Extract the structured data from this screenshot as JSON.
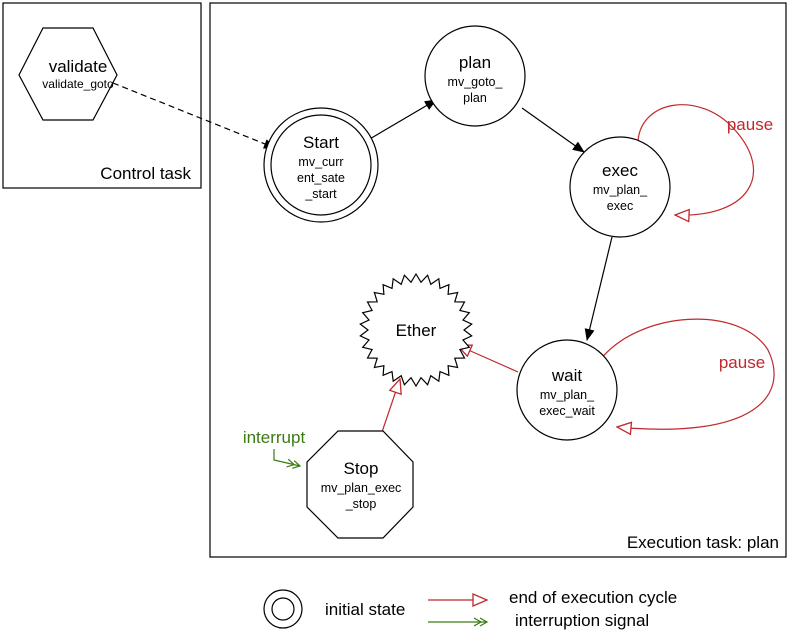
{
  "clusters": {
    "control": {
      "label": "Control task"
    },
    "execution": {
      "label": "Execution task: plan"
    }
  },
  "nodes": {
    "validate": {
      "name": "validate",
      "fn": [
        "validate_goto"
      ]
    },
    "start": {
      "name": "Start",
      "fn": [
        "mv_curr",
        "ent_sate",
        "_start"
      ]
    },
    "plan": {
      "name": "plan",
      "fn": [
        "mv_goto_",
        "plan"
      ]
    },
    "exec": {
      "name": "exec",
      "fn": [
        "mv_plan_",
        "exec"
      ]
    },
    "ether": {
      "name": "Ether"
    },
    "wait": {
      "name": "wait",
      "fn": [
        "mv_plan_",
        "exec_wait"
      ]
    },
    "stop": {
      "name": "Stop",
      "fn": [
        "mv_plan_exec",
        "_stop"
      ]
    }
  },
  "edge_labels": {
    "exec_pause": "pause",
    "wait_pause": "pause",
    "interrupt": "interrupt"
  },
  "legend": {
    "initial_state": "initial state",
    "end_cycle": "end of execution cycle",
    "interruption": "interruption signal"
  },
  "colors": {
    "end_cycle": "#c0282d",
    "interruption": "#3c7a14"
  }
}
